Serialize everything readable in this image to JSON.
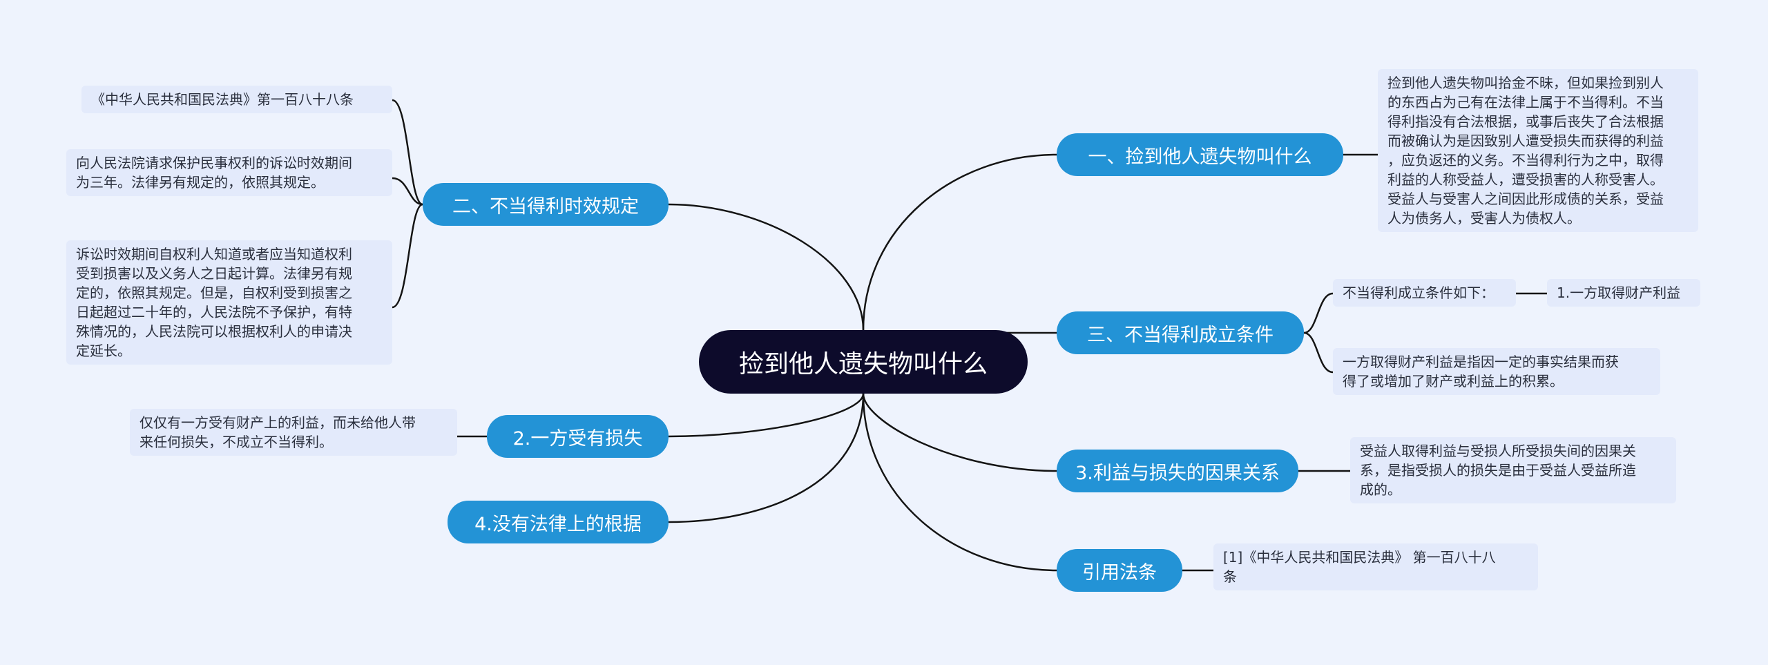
{
  "center": {
    "title": "捡到他人遗失物叫什么"
  },
  "right": {
    "b1": {
      "label": "一、捡到他人遗失物叫什么",
      "detail": "捡到他人遗失物叫拾金不昧，但如果捡到别人\n的东西占为己有在法律上属于不当得利。不当\n得利指没有合法根据，或事后丧失了合法根据\n而被确认为是因致别人遭受损失而获得的利益\n，应负返还的义务。不当得利行为之中，取得\n利益的人称受益人，遭受损害的人称受害人。\n受益人与受害人之间因此形成债的关系，受益\n人为债务人，受害人为债权人。"
    },
    "b2": {
      "label": "三、不当得利成立条件",
      "sub_label": "不当得利成立条件如下：",
      "sub_child": "1.一方取得财产利益",
      "detail": "一方取得财产利益是指因一定的事实结果而获\n得了或增加了财产或利益上的积累。"
    },
    "b3": {
      "label": "3.利益与损失的因果关系",
      "detail": "受益人取得利益与受损人所受损失间的因果关\n系，是指受损人的损失是由于受益人受益所造\n成的。"
    },
    "b4": {
      "label": "引用法条",
      "detail": "[1]《中华人民共和国民法典》 第一百八十八\n条"
    }
  },
  "left": {
    "b1": {
      "label": "二、不当得利时效规定",
      "leaf1": "《中华人民共和国民法典》第一百八十八条",
      "leaf2": "向人民法院请求保护民事权利的诉讼时效期间\n为三年。法律另有规定的，依照其规定。",
      "leaf3": "诉讼时效期间自权利人知道或者应当知道权利\n受到损害以及义务人之日起计算。法律另有规\n定的，依照其规定。但是，自权利受到损害之\n日起超过二十年的，人民法院不予保护，有特\n殊情况的，人民法院可以根据权利人的申请决\n定延长。"
    },
    "b2": {
      "label": "2.一方受有损失",
      "detail": "仅仅有一方受有财产上的利益，而未给他人带\n来任何损失，不成立不当得利。"
    },
    "b3": {
      "label": "4.没有法律上的根据"
    }
  },
  "colors": {
    "background": "#eef3fd",
    "center": "#0d0b2b",
    "branch": "#2393d6",
    "leaf": "#e3eafb",
    "line": "#141414"
  }
}
